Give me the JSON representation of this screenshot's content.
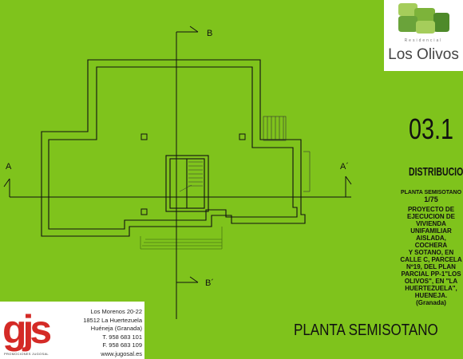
{
  "plan_labels": {
    "section_a_left": "A",
    "section_a_right": "A´",
    "section_b_top": "B",
    "section_b_bottom": "B´"
  },
  "logo": {
    "subtitle": "Residencial",
    "name": "Los Olivos",
    "colors": [
      "#a5cd5b",
      "#7db33a",
      "#4e8a2a"
    ]
  },
  "sheet": {
    "number": "03.1",
    "title": "DISTRIBUCION",
    "subtitle": "PLANTA SEMISOTANO",
    "scale": "1/75",
    "description_lines": [
      "PROYECTO DE",
      "EJECUCION DE",
      "VIVIENDA UNIFAMILIAR",
      "AISLADA, COCHERA",
      "Y SOTANO, EN",
      "CALLE C, PARCELA",
      "Nº19, DEL PLAN",
      "PARCIAL PP-1\"LOS",
      "OLIVOS\", EN \"LA",
      "HUERTEZUELA\",",
      "HUENEJA. (Granada)"
    ]
  },
  "plan_title": "PLANTA SEMISOTANO",
  "company": {
    "logo_text": "gjs",
    "promo": "PROMOCIONES JUGOSAL",
    "address_lines": [
      "Los Morenos 20-22",
      "18512 La Huertezuela",
      "Huéneja (Granada)",
      "T. 958 683 101",
      "F. 958 683 109",
      "www.jugosal.es"
    ],
    "colors": {
      "accent": "#d42a26",
      "background": "#ffffff"
    }
  },
  "colors": {
    "background": "#7fc31c",
    "ink": "#111111"
  }
}
